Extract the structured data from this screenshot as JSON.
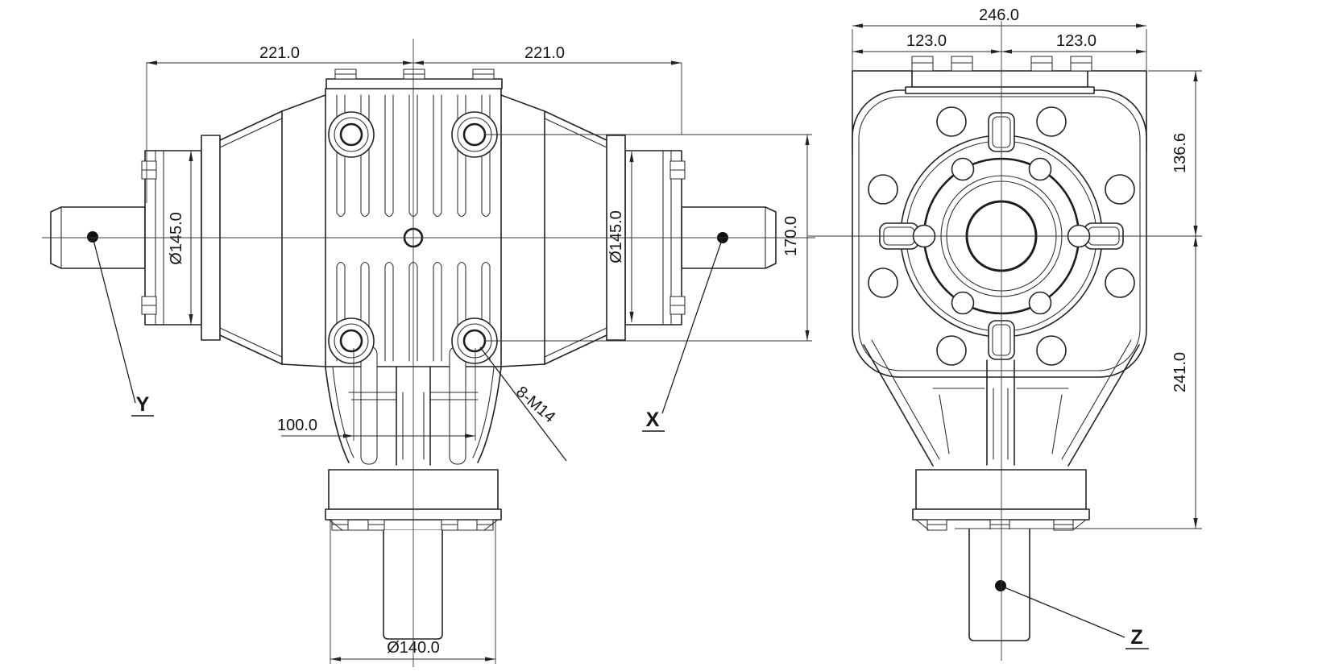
{
  "meta": {
    "type": "engineering-drawing",
    "subject": "T-type spiral bevel gearbox, two orthographic views",
    "background": "#ffffff",
    "line_color": "#232323"
  },
  "views": {
    "front": {
      "dims": {
        "width_left": "221.0",
        "width_right": "221.0",
        "flange_dia_left": "Ø145.0",
        "flange_dia_right": "Ø145.0",
        "bolt_vertical_spacing": "170.0",
        "bolt_horizontal_spacing": "100.0",
        "output_boss_dia": "Ø140.0",
        "bolt_callout": "8-M14"
      },
      "labels": {
        "left_shaft": "Y",
        "right_shaft": "X"
      }
    },
    "side": {
      "dims": {
        "total_width": "246.0",
        "half_left": "123.0",
        "half_right": "123.0",
        "center_to_top": "136.6",
        "center_to_bottom": "241.0"
      },
      "labels": {
        "output_shaft": "Z"
      }
    }
  }
}
